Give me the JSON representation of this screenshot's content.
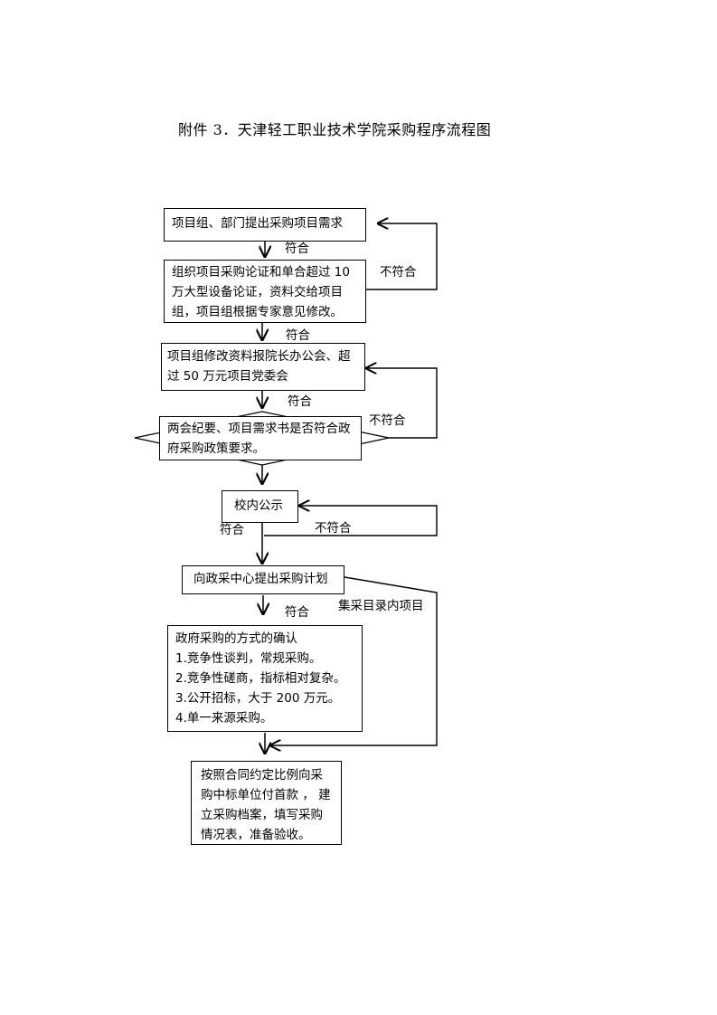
{
  "title": "附件 3．天津轻工职业技术学院采购程序流程图",
  "nodes": {
    "n1": {
      "lines": [
        "项目组、部门提出采购项目需求"
      ]
    },
    "n2": {
      "lines": [
        "组织项目采购论证和单合超过 10",
        "万大型设备论证，资料交给项目",
        "组，项目组根据专家意见修改。"
      ]
    },
    "n3": {
      "lines": [
        "项目组修改资料报院长办公会、超",
        "过 50 万元项目党委会"
      ]
    },
    "n4": {
      "lines": [
        "两会纪要、项目需求书是否符合政",
        "府采购政策要求。"
      ]
    },
    "n5": {
      "lines": [
        "校内公示"
      ]
    },
    "n6": {
      "lines": [
        "向政采中心提出采购计划"
      ]
    },
    "n7": {
      "lines": [
        "政府采购的方式的确认",
        "1.竞争性谈判，常规采购。",
        "2.竞争性磋商，指标相对复杂。",
        "3.公开招标，大于 200 万元。",
        "4.单一来源采购。"
      ]
    },
    "n8": {
      "lines": [
        "按照合同约定比例向采",
        "购中标单位付首款 ， 建",
        "立采购档案，填写采购",
        "情况表，准备验收。"
      ]
    }
  },
  "edge_labels": {
    "e1_pass": "符合",
    "e2_fail": "不符合",
    "e2_pass": "符合",
    "e3_pass": "符合",
    "e4_fail": "不符合",
    "e5_pass": "符合",
    "e5_fail": "不符合",
    "e6_pass": "符合",
    "e6_catalog": "集采目录内项目"
  }
}
